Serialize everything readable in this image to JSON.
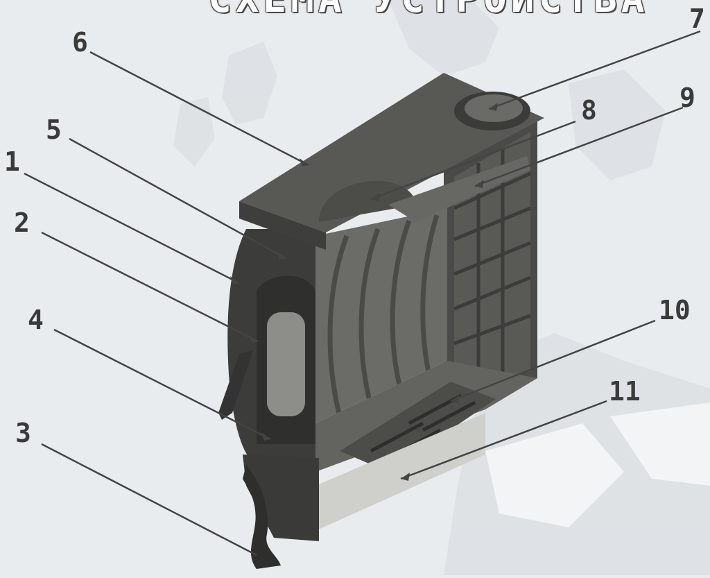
{
  "title": "СХЕМА УСТРОЙСТВА",
  "callouts": [
    {
      "id": "1",
      "label": "1"
    },
    {
      "id": "2",
      "label": "2"
    },
    {
      "id": "3",
      "label": "3"
    },
    {
      "id": "4",
      "label": "4"
    },
    {
      "id": "5",
      "label": "5"
    },
    {
      "id": "6",
      "label": "6"
    },
    {
      "id": "7",
      "label": "7"
    },
    {
      "id": "8",
      "label": "8"
    },
    {
      "id": "9",
      "label": "9"
    },
    {
      "id": "10",
      "label": "10"
    },
    {
      "id": "11",
      "label": "11"
    }
  ],
  "colors": {
    "background": "#e9ecef",
    "map_land": "#dfe3e6",
    "stove_dark": "#3f3f3f",
    "stove_mid": "#5b5b58",
    "stove_light": "#7a7a76",
    "leader_line": "#444444"
  }
}
